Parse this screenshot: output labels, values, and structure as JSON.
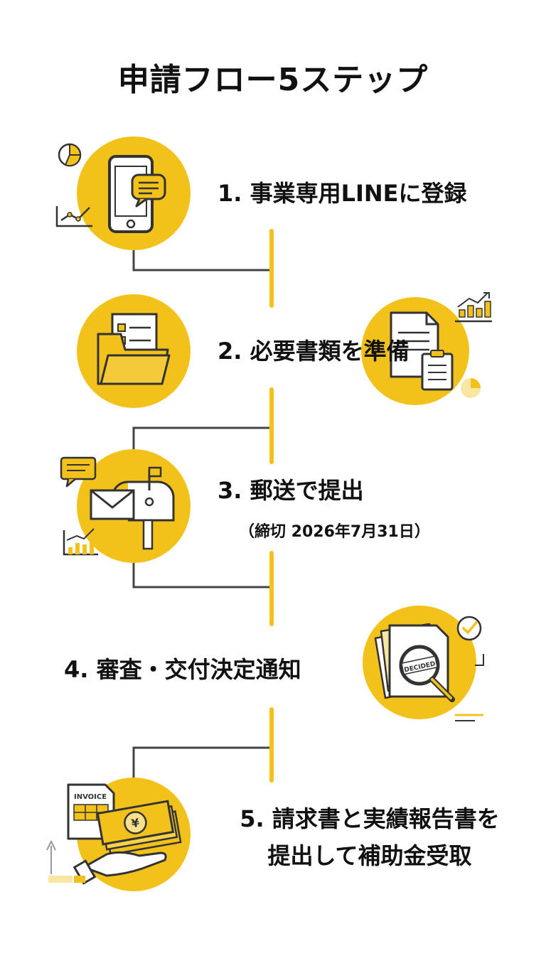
{
  "title": "申請フロー5ステップ",
  "steps": [
    {
      "label": "1. 事業専用LINEに登録",
      "icon": "smartphone-chat-icon"
    },
    {
      "label": "2. 必要書類を準備",
      "icon": "folder-documents-icon"
    },
    {
      "label": "3. 郵送で提出",
      "sub": "（締切 2026年7月31日）",
      "icon": "mailbox-envelope-icon"
    },
    {
      "label": "4. 審査・交付決定通知",
      "icon": "decided-magnifier-icon"
    },
    {
      "label_line1": "5. 請求書と実績報告書を",
      "label_line2": "提出して補助金受取",
      "icon": "invoice-money-hand-icon"
    }
  ],
  "icons": {
    "invoice_text": "INVOICE",
    "decided_text": "DECIDED",
    "yen_symbol": "¥"
  },
  "colors": {
    "accent": "#F2C21B",
    "line": "#444444",
    "text": "#111111"
  }
}
